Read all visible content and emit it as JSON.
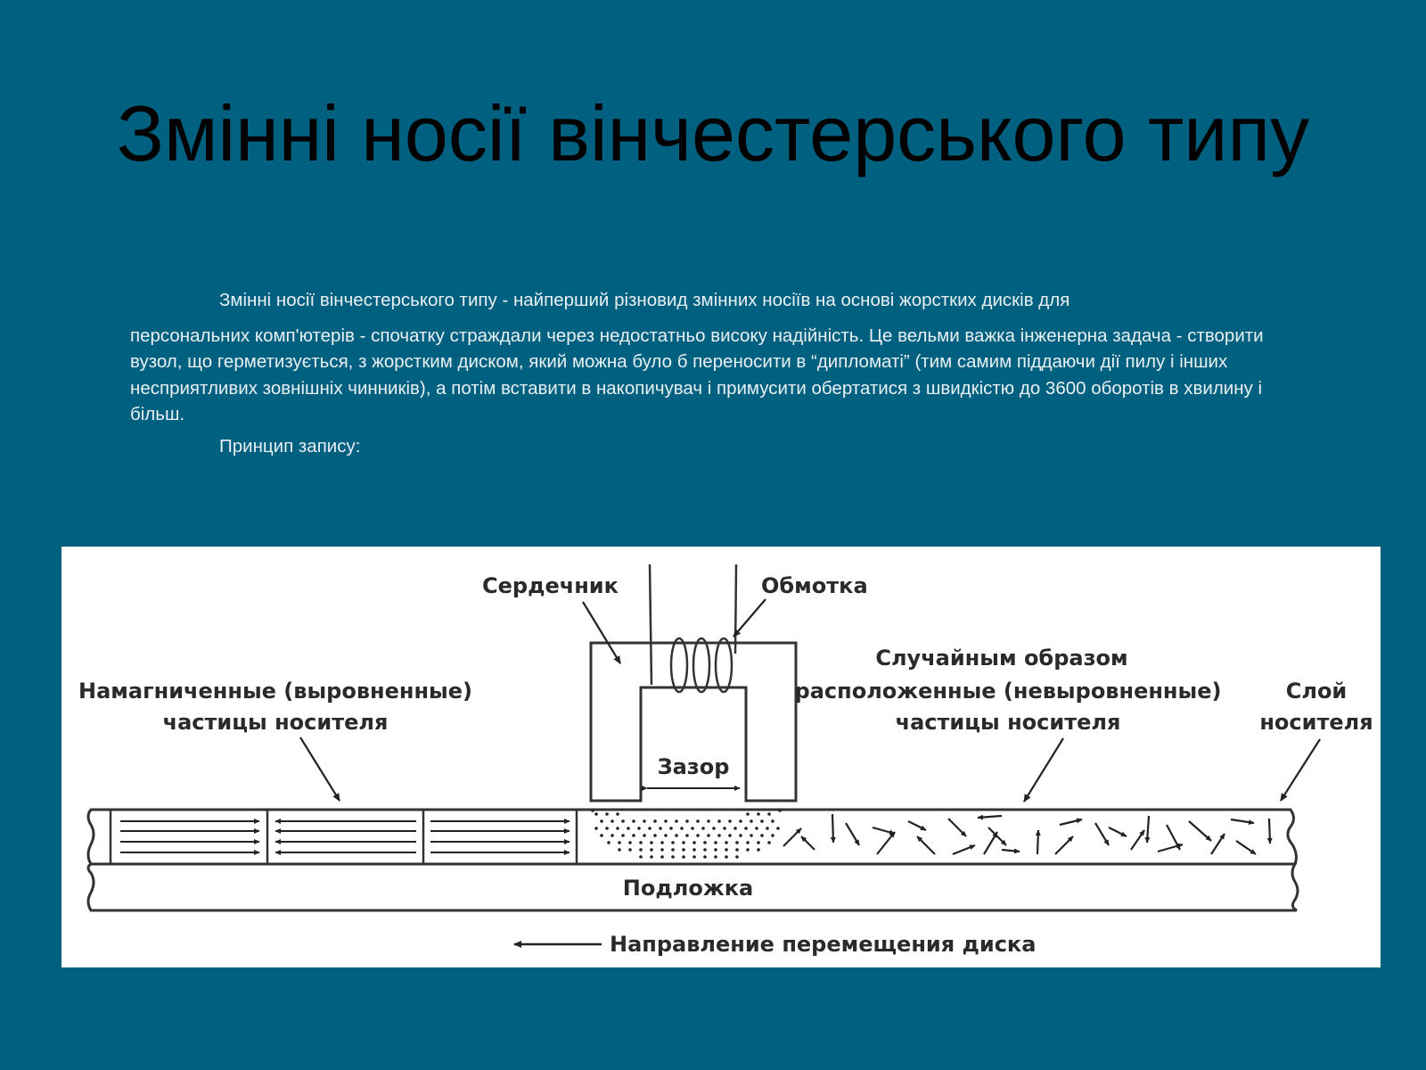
{
  "slide": {
    "title": "Змінні носії вінчестерського типу",
    "paragraph_first_line": "Змінні носії вінчестерського типу - найперший різновид змінних носіїв на основі жорстких дисків для",
    "paragraph_rest": "персональних комп'ютерів - спочатку страждали через недостатньо високу надійність. Це вельми важка інженерна задача - створити вузол, що герметизується, з жорстким диском, який можна було б переносити в “дипломаті” (тим самим піддаючи дії пилу і інших несприятливих зовнішніх чинників), а потім вставити в накопичувач і примусити обертатися з швидкістю до 3600 оборотів в хвилину і більш.",
    "paragraph_principle": "Принцип запису:"
  },
  "figure": {
    "core_label": "Сердечник",
    "winding_label": "Обмотка",
    "aligned_label_line1": "Намагниченные (выровненные)",
    "aligned_label_line2": "частицы носителя",
    "random_label_line1": "Случайным образом",
    "random_label_line2": "расположенные (невыровненные)",
    "random_label_line3": "частицы носителя",
    "layer_label_line1": "Слой",
    "layer_label_line2": "носителя",
    "gap_label": "Зазор",
    "substrate_label": "Подложка",
    "direction_label": "Направление перемещения диска"
  }
}
